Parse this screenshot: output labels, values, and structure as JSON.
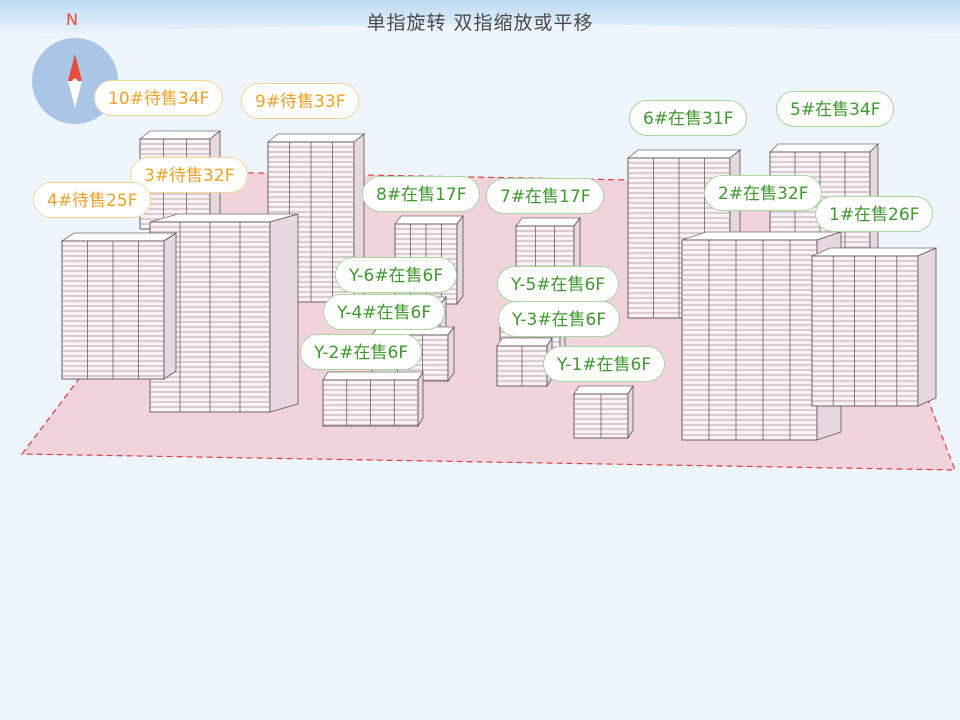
{
  "hint": "单指旋转 双指缩放或平移",
  "compass": {
    "north_label": "N"
  },
  "colors": {
    "waiting": "#f0a127",
    "on_sale": "#3f9a2e",
    "site_fill": "#f1d4db",
    "site_border": "#e04040"
  },
  "buildings": [
    {
      "label": "10#待售34F",
      "status": "waiting"
    },
    {
      "label": "9#待售33F",
      "status": "waiting"
    },
    {
      "label": "3#待售32F",
      "status": "waiting"
    },
    {
      "label": "4#待售25F",
      "status": "waiting"
    },
    {
      "label": "8#在售17F",
      "status": "on_sale"
    },
    {
      "label": "7#在售17F",
      "status": "on_sale"
    },
    {
      "label": "6#在售31F",
      "status": "on_sale"
    },
    {
      "label": "5#在售34F",
      "status": "on_sale"
    },
    {
      "label": "2#在售32F",
      "status": "on_sale"
    },
    {
      "label": "1#在售26F",
      "status": "on_sale"
    },
    {
      "label": "Y-6#在售6F",
      "status": "on_sale"
    },
    {
      "label": "Y-5#在售6F",
      "status": "on_sale"
    },
    {
      "label": "Y-4#在售6F",
      "status": "on_sale"
    },
    {
      "label": "Y-3#在售6F",
      "status": "on_sale"
    },
    {
      "label": "Y-2#在售6F",
      "status": "on_sale"
    },
    {
      "label": "Y-1#在售6F",
      "status": "on_sale"
    }
  ]
}
